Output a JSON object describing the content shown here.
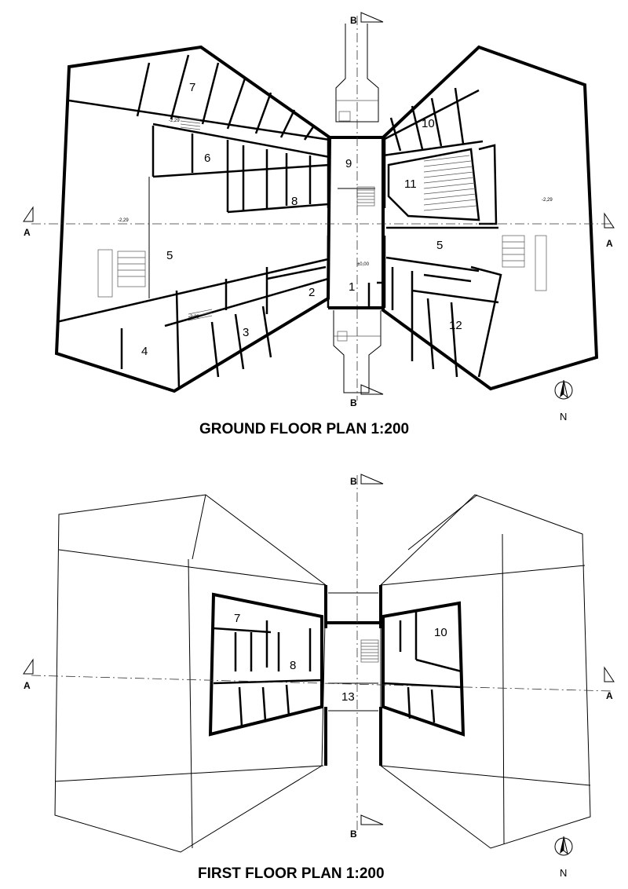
{
  "ground_floor": {
    "title": "GROUND FLOOR PLAN  1:200",
    "section_labels": {
      "a_left": "A",
      "a_right": "A",
      "b_top": "B",
      "b_bottom": "B"
    },
    "levels": [
      "-2,29",
      "-2,29",
      "±0,00",
      "-2,29",
      "-2,29"
    ],
    "rooms": [
      "1",
      "2",
      "3",
      "4",
      "5",
      "5",
      "6",
      "7",
      "8",
      "9",
      "10",
      "11",
      "12"
    ]
  },
  "first_floor": {
    "title": "FIRST FLOOR PLAN  1:200",
    "section_labels": {
      "a_left": "A",
      "a_right": "A",
      "b_top": "B",
      "b_bottom": "B"
    },
    "rooms": [
      "7",
      "8",
      "10",
      "13"
    ]
  },
  "north": {
    "label": "N"
  }
}
